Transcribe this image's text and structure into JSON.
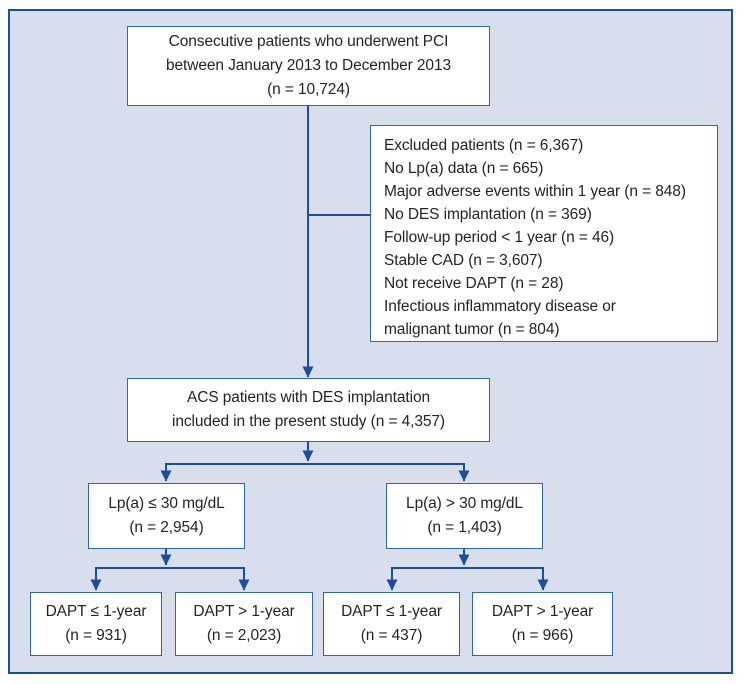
{
  "figure": {
    "type": "patient-flow-diagram",
    "colors": {
      "frame": "#17519c",
      "background": "#d9deed",
      "box_border": "#2e67ac",
      "connector": "#1b4f9c",
      "text": "#242424"
    }
  },
  "flowchart": {
    "top_box": {
      "lines": [
        "Consecutive patients who underwent PCI",
        "between January 2013 to December 2013",
        "(n = 10,724)"
      ]
    },
    "excluded_box": {
      "lines": [
        "Excluded patients (n = 6,367)",
        "No Lp(a) data (n = 665)",
        "Major adverse events within 1 year (n = 848)",
        "No DES implantation (n = 369)",
        "Follow-up period < 1 year (n = 46)",
        "Stable CAD (n = 3,607)",
        "Not receive DAPT (n = 28)",
        "Infectious inflammatory disease or",
        "malignant tumor (n = 804)"
      ]
    },
    "acs_box": {
      "lines": [
        "ACS patients with DES implantation",
        "included in the present study (n = 4,357)"
      ]
    },
    "lpa_le_box": {
      "lines": [
        "Lp(a) ≤ 30 mg/dL",
        "(n = 2,954)"
      ]
    },
    "lpa_gt_box": {
      "lines": [
        "Lp(a) > 30 mg/dL",
        "(n = 1,403)"
      ]
    },
    "dapt_le_lpa_le_box": {
      "lines": [
        "DAPT ≤ 1-year",
        "(n = 931)"
      ]
    },
    "dapt_gt_lpa_le_box": {
      "lines": [
        "DAPT > 1-year",
        "(n = 2,023)"
      ]
    },
    "dapt_le_lpa_gt_box": {
      "lines": [
        "DAPT ≤ 1-year",
        "(n = 437)"
      ]
    },
    "dapt_gt_lpa_gt_box": {
      "lines": [
        "DAPT > 1-year",
        "(n = 966)"
      ]
    }
  }
}
